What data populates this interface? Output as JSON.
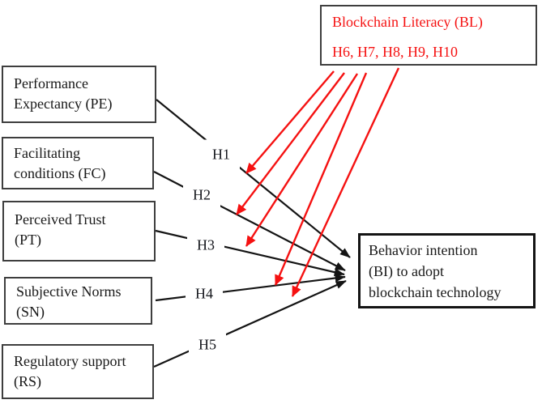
{
  "diagram": {
    "title_semantic": "Blockchain technology adoption research model",
    "colors": {
      "arrow_black": "#141414",
      "arrow_red": "#f51111",
      "box_border": "#3e3e3e",
      "bi_border": "#141414",
      "text_dark": "#181818",
      "text_red": "#f51111"
    },
    "boxes": {
      "pe": {
        "label": "Performance Expectancy (PE)",
        "lines": [
          "Performance",
          "Expectancy (PE)"
        ]
      },
      "fc": {
        "label": "Facilitating conditions (FC)",
        "lines": [
          "Facilitating",
          "conditions (FC)"
        ]
      },
      "pt": {
        "label": "Perceived Trust (PT)",
        "lines": [
          "Perceived Trust",
          "(PT)"
        ]
      },
      "sn": {
        "label": "Subjective Norms (SN)",
        "lines": [
          "Subjective Norms",
          "(SN)"
        ]
      },
      "rs": {
        "label": "Regulatory support (RS)",
        "lines": [
          "Regulatory support",
          "(RS)"
        ]
      },
      "bl": {
        "title": "Blockchain Literacy (BL)",
        "hypotheses": "H6, H7, H8, H9, H10"
      },
      "bi": {
        "label": "Behavior intention (BI) to adopt blockchain technology",
        "lines": [
          "Behavior intention",
          "(BI) to adopt",
          "blockchain technology"
        ]
      }
    },
    "path_labels": {
      "h1": "H1",
      "h2": "H2",
      "h3": "H3",
      "h4": "H4",
      "h5": "H5"
    }
  }
}
